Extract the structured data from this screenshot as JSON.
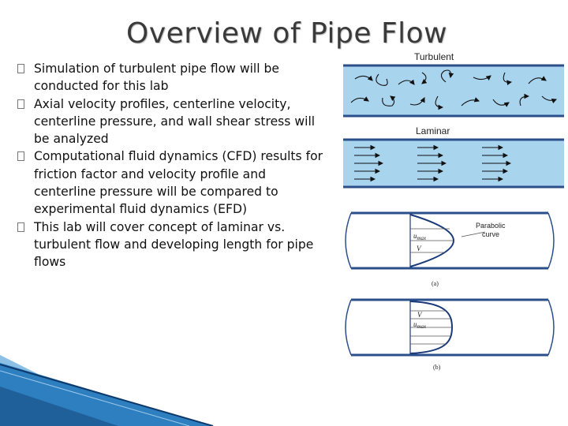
{
  "slide": {
    "title": "Overview of Pipe Flow",
    "bullets": [
      "Simulation of turbulent pipe flow will be conducted for this lab",
      "Axial velocity profiles, centerline velocity, centerline pressure, and wall shear stress will be analyzed",
      "Computational fluid dynamics (CFD) results for friction factor and velocity profile and centerline pressure will be compared to experimental fluid dynamics (EFD)",
      "This lab will cover concept of laminar vs. turbulent flow and developing length for pipe flows"
    ]
  },
  "figure": {
    "turbulent_label": "Turbulent",
    "laminar_label": "Laminar",
    "parabolic_label_1": "Parabolic",
    "parabolic_label_2": "curve",
    "umax": "u",
    "umax_sub": "max",
    "v_label": "V",
    "caption_a": "(a)",
    "caption_b": "(b)"
  },
  "colors": {
    "pipe_fill": "#a9d4ee",
    "pipe_wall": "#2b4f8a",
    "profile": "#1a3a7a",
    "deco": "#2e7fc0"
  }
}
